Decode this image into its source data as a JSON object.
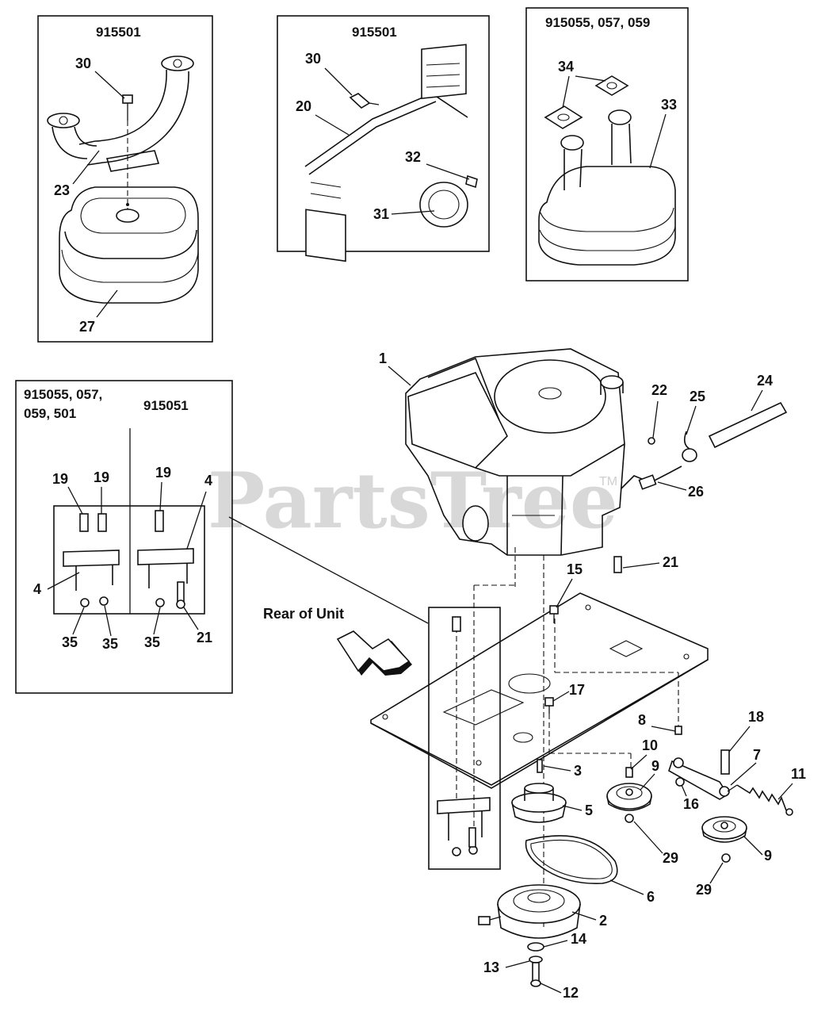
{
  "watermark": {
    "text": "PartsTree",
    "tm": "TM"
  },
  "panels": {
    "p1_title": "915501",
    "p2_title": "915501",
    "p3_title": "915055, 057, 059",
    "p4_title_a1": "915055, 057,",
    "p4_title_a2": "059, 501",
    "p4_title_b": "915051"
  },
  "rear_label": "Rear of Unit",
  "callouts": {
    "c1": "1",
    "c2": "2",
    "c3": "3",
    "c4a": "4",
    "c4b": "4",
    "c5": "5",
    "c6": "6",
    "c7": "7",
    "c8": "8",
    "c9a": "9",
    "c9b": "9",
    "c10": "10",
    "c11": "11",
    "c12": "12",
    "c13": "13",
    "c14": "14",
    "c15": "15",
    "c16": "16",
    "c17": "17",
    "c18": "18",
    "c19a": "19",
    "c19b": "19",
    "c19c": "19",
    "c20": "20",
    "c21a": "21",
    "c21b": "21",
    "c22": "22",
    "c23": "23",
    "c24": "24",
    "c25": "25",
    "c26": "26",
    "c27": "27",
    "c29a": "29",
    "c29b": "29",
    "c30a": "30",
    "c30b": "30",
    "c31": "31",
    "c32": "32",
    "c33": "33",
    "c34": "34",
    "c35a": "35",
    "c35b": "35",
    "c35c": "35"
  }
}
